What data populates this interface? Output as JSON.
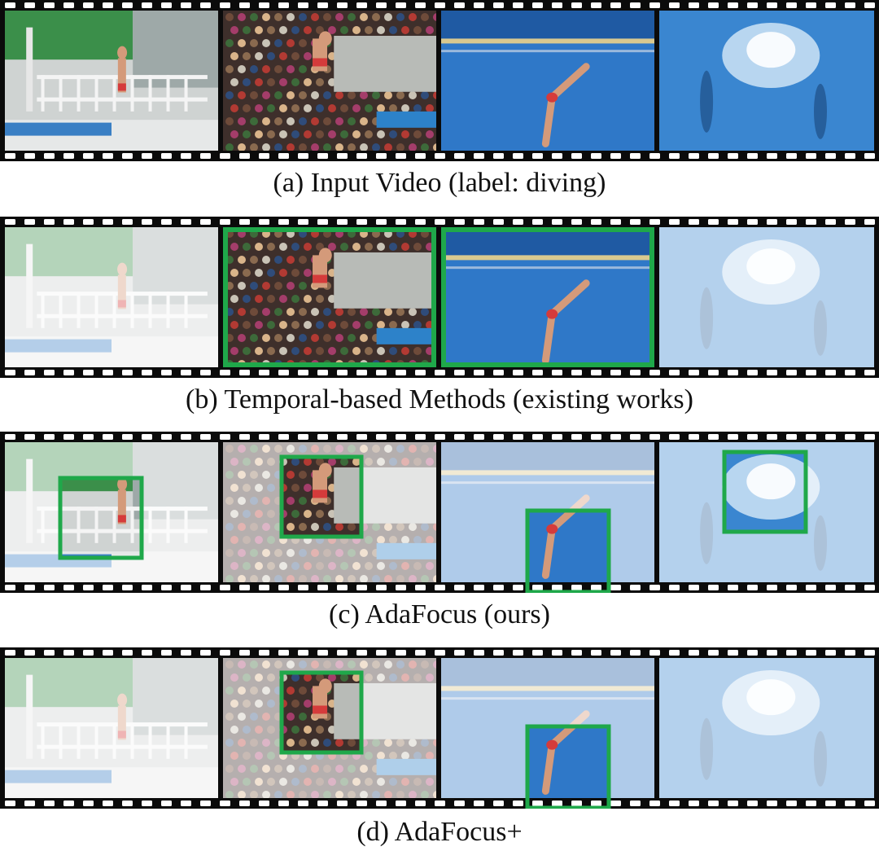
{
  "figure": {
    "rows": [
      {
        "caption": "(a) Input Video (label: diving)",
        "frames": [
          {
            "scene": "platform",
            "dim": false,
            "focus": "none"
          },
          {
            "scene": "crowd",
            "dim": false,
            "focus": "none"
          },
          {
            "scene": "pool",
            "dim": false,
            "focus": "none"
          },
          {
            "scene": "splash",
            "dim": false,
            "focus": "none"
          }
        ]
      },
      {
        "caption": "(b) Temporal-based Methods (existing works)",
        "frames": [
          {
            "scene": "platform",
            "dim": true,
            "focus": "none"
          },
          {
            "scene": "crowd",
            "dim": false,
            "focus": "full"
          },
          {
            "scene": "pool",
            "dim": false,
            "focus": "full"
          },
          {
            "scene": "splash",
            "dim": true,
            "focus": "none"
          }
        ]
      },
      {
        "caption": "(c) AdaFocus (ours)",
        "frames": [
          {
            "scene": "platform",
            "dim": true,
            "focus": "patch"
          },
          {
            "scene": "crowd",
            "dim": true,
            "focus": "patch"
          },
          {
            "scene": "pool",
            "dim": true,
            "focus": "patch"
          },
          {
            "scene": "splash",
            "dim": true,
            "focus": "patch"
          }
        ]
      },
      {
        "caption": "(d) AdaFocus+",
        "frames": [
          {
            "scene": "platform",
            "dim": true,
            "focus": "none"
          },
          {
            "scene": "crowd",
            "dim": true,
            "focus": "patch"
          },
          {
            "scene": "pool",
            "dim": true,
            "focus": "patch"
          },
          {
            "scene": "splash",
            "dim": true,
            "focus": "none"
          }
        ]
      }
    ]
  },
  "colors": {
    "film": "#0b0b0b",
    "perforation": "#ffffff",
    "focus_box": "#1fa84a",
    "dim_overlay": "rgba(255,255,255,0.62)"
  }
}
